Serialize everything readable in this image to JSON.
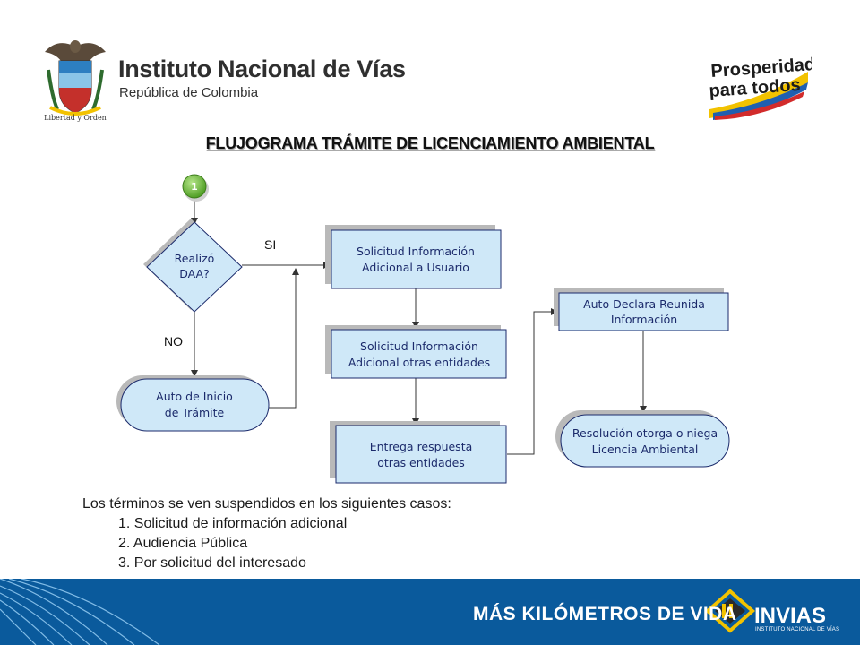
{
  "header": {
    "institution": "Instituto Nacional de Vías",
    "country": "República de Colombia",
    "crest_motto": "Libertad y Orden",
    "slogan_line1": "Prosperidad",
    "slogan_line2": "para todos"
  },
  "title": "FLUJOGRAMA TRÁMITE DE LICENCIAMIENTO AMBIENTAL",
  "flowchart": {
    "connector": "1",
    "decision_line1": "Realizó",
    "decision_line2": "DAA?",
    "yes_label": "SI",
    "no_label": "NO",
    "auto_inicio_line1": "Auto de Inicio",
    "auto_inicio_line2": "de Trámite",
    "solicitud_usuario_line1": "Solicitud Información",
    "solicitud_usuario_line2": "Adicional a Usuario",
    "solicitud_entidades_line1": "Solicitud Información",
    "solicitud_entidades_line2": "Adicional otras entidades",
    "entrega_line1": "Entrega respuesta",
    "entrega_line2": "otras entidades",
    "auto_declara_line1": "Auto Declara Reunida",
    "auto_declara_line2": "Información",
    "resolucion_line1": "Resolución otorga o niega",
    "resolucion_line2": "Licencia Ambiental"
  },
  "notes": {
    "intro": "Los términos se ven suspendidos en los siguientes casos:",
    "items": [
      "1.  Solicitud de información adicional",
      "2.  Audiencia Pública",
      "3.  Por solicitud del interesado"
    ]
  },
  "footer": {
    "tagline": "MÁS KILÓMETROS DE VIDA",
    "brand": "INVIAS",
    "brand_sub": "INSTITUTO NACIONAL DE VÍAS"
  },
  "colors": {
    "node_fill": "#cfe8f8",
    "node_stroke": "#1b2a6b",
    "connector_green": "#6bbf3a",
    "footer_blue": "#0a5a9c"
  }
}
